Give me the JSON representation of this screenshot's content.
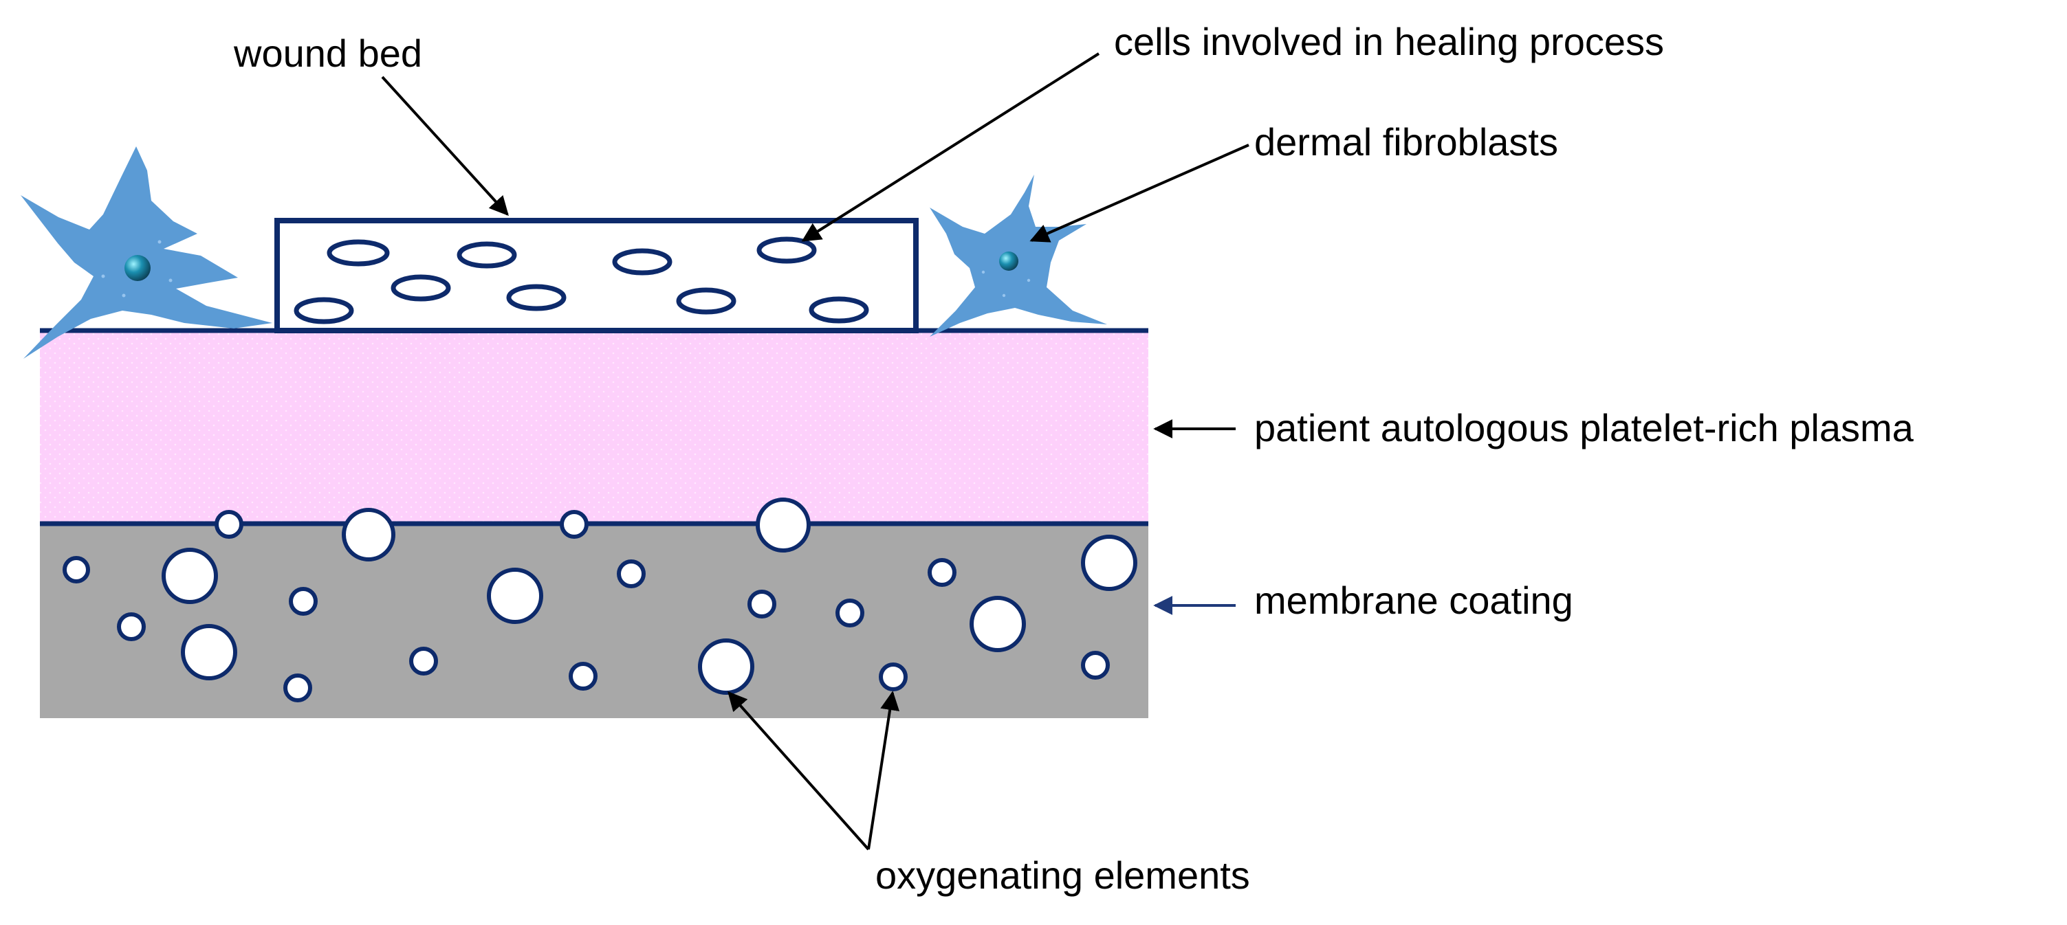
{
  "labels": {
    "wound_bed": "wound bed",
    "cells_healing": "cells involved in healing process",
    "dermal_fibroblasts": "dermal fibroblasts",
    "prp": "patient autologous platelet-rich plasma",
    "membrane_coating": "membrane coating",
    "oxygenating_elements": "oxygenating elements"
  },
  "colors": {
    "outline_navy": "#0d2a6b",
    "plasma_pink": "#fdd0fb",
    "membrane_gray": "#a8a8a8",
    "fibroblast_blue": "#5b9bd5",
    "nucleus_teal": "#1b8fb0",
    "arrow_black": "#000000",
    "arrow_navy_membrane": "#1f3a7a"
  },
  "icons": {
    "fibroblast": "fibroblast-cell-icon",
    "oxygen_bubble": "oxygen-bubble-icon",
    "healing_cell": "healing-cell-ellipse-icon"
  }
}
